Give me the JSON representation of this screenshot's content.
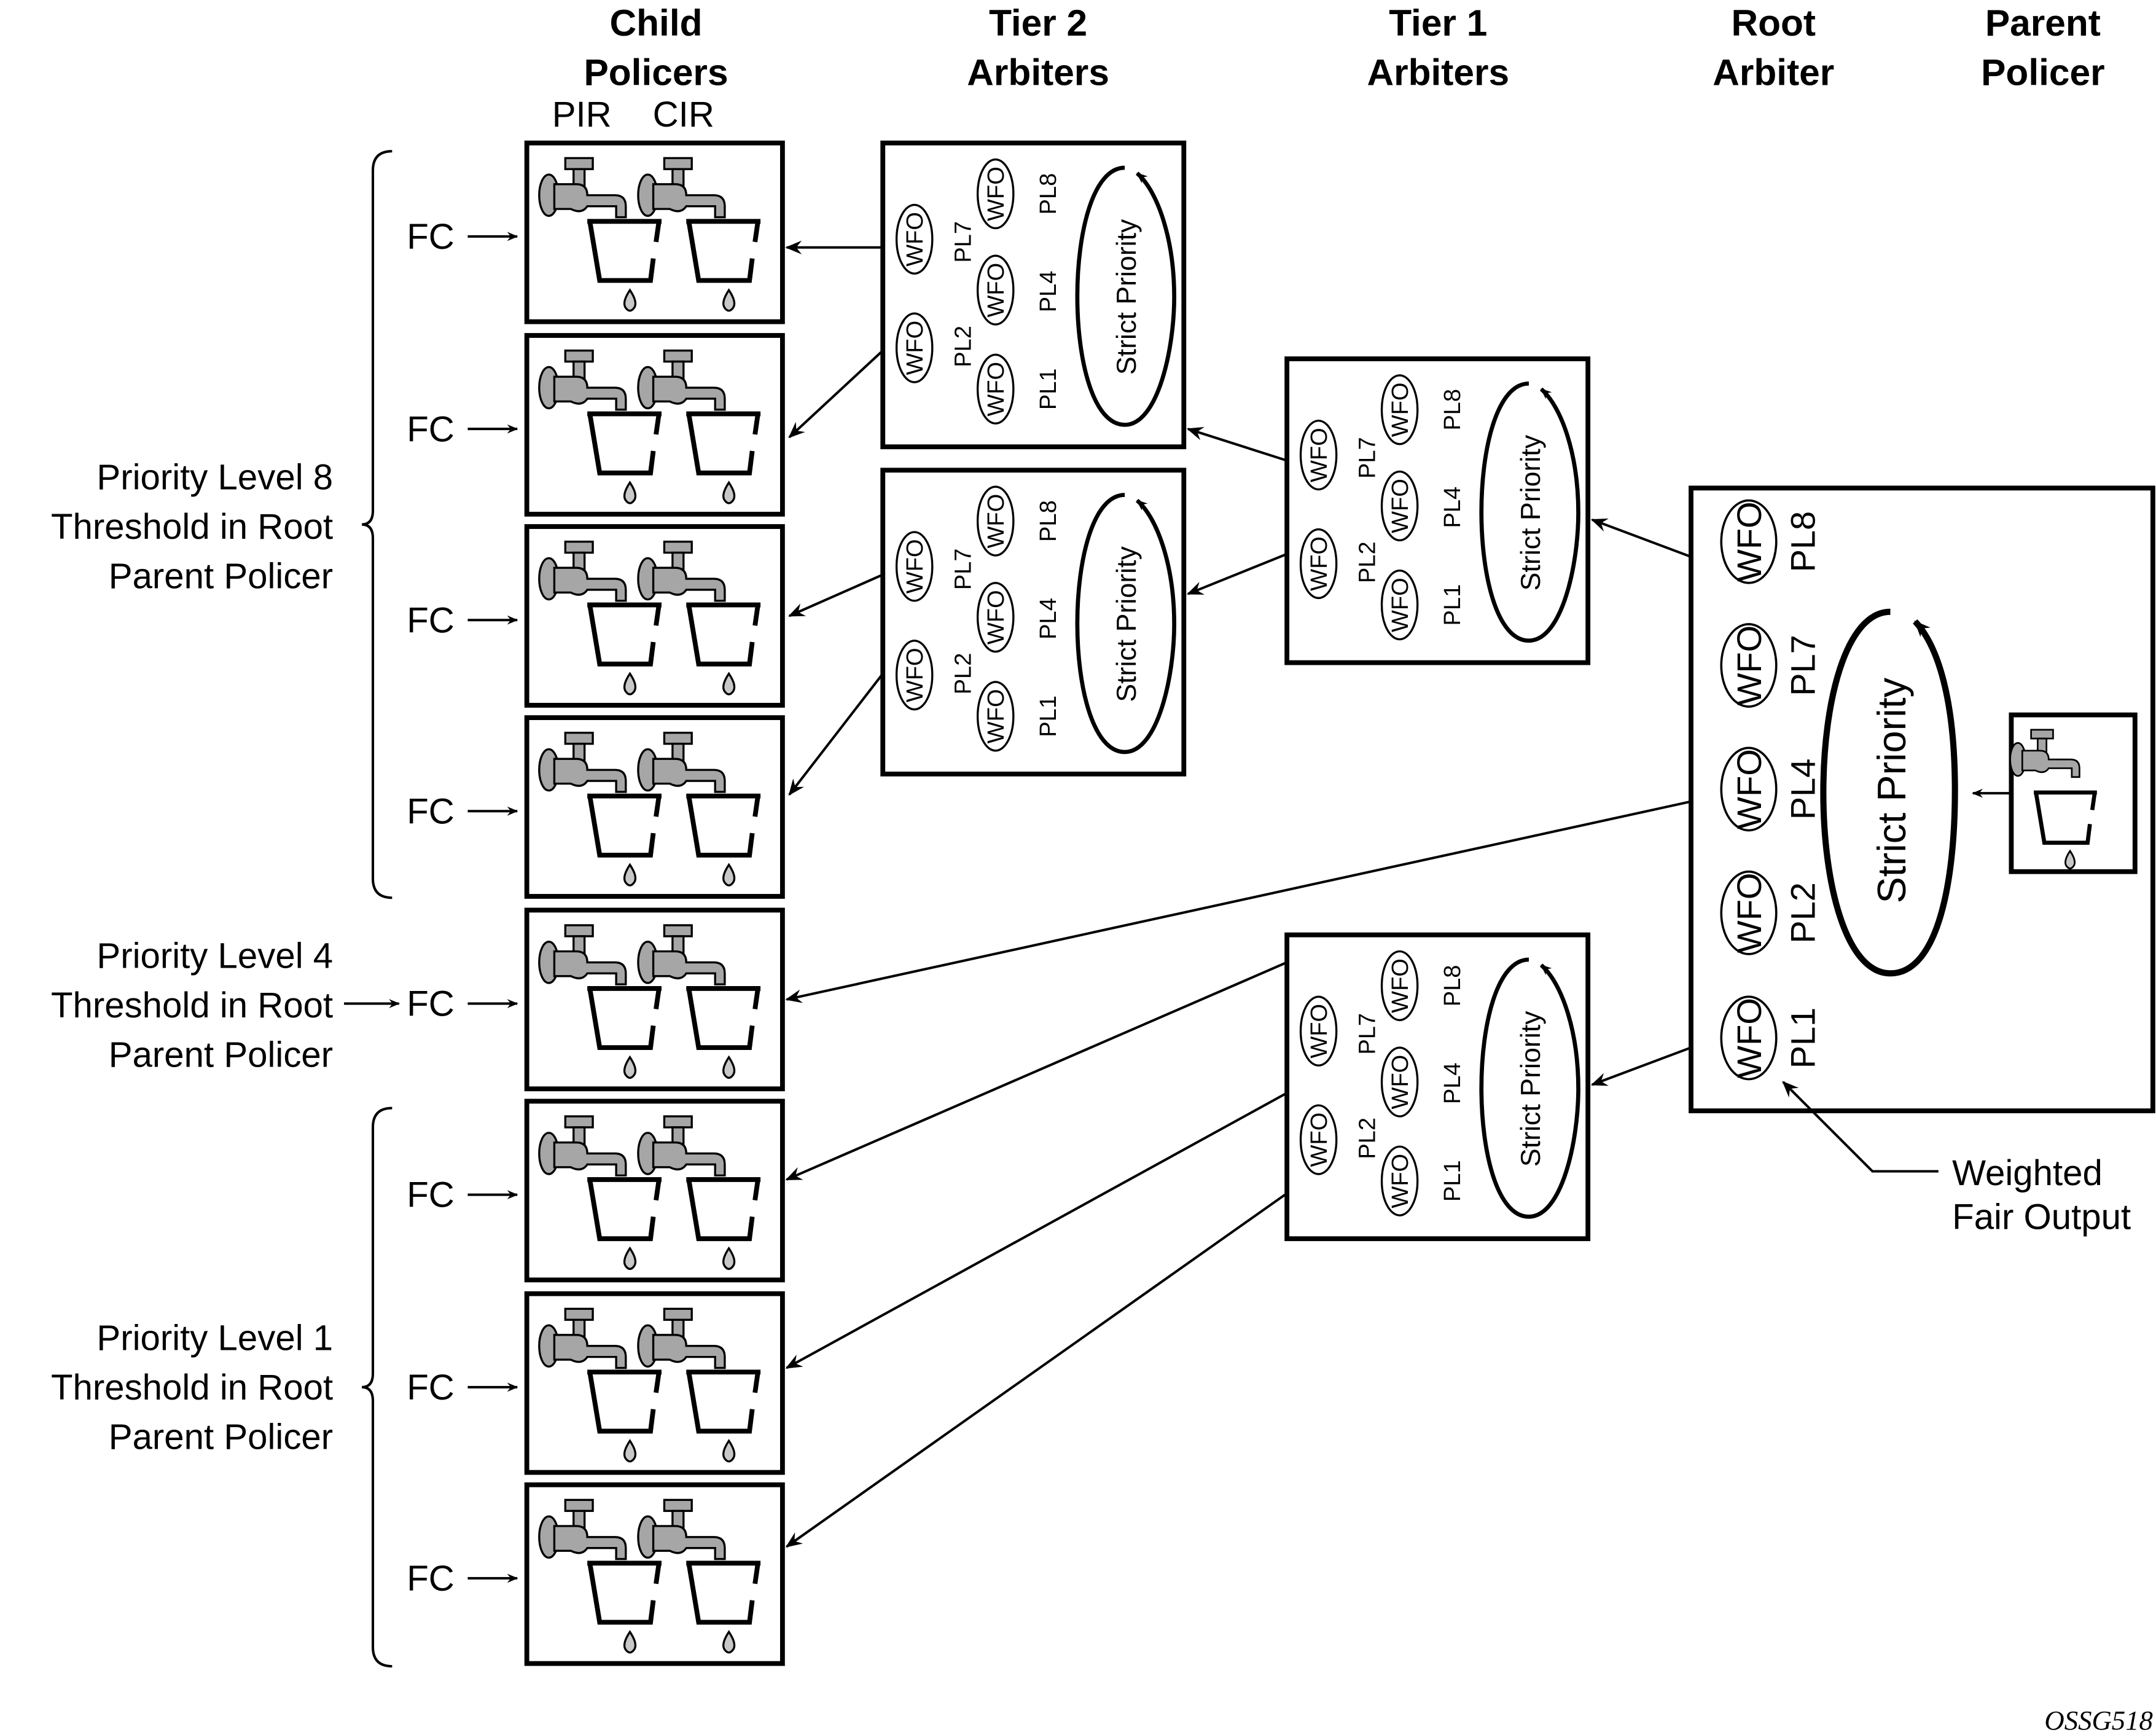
{
  "headers": {
    "child_policers": [
      "Child",
      "Policers"
    ],
    "tier2": [
      "Tier 2",
      "Arbiters"
    ],
    "tier1": [
      "Tier 1",
      "Arbiters"
    ],
    "root": [
      "Root",
      "Arbiter"
    ],
    "parent": [
      "Parent",
      "Policer"
    ]
  },
  "rate_labels": {
    "pir": "PIR",
    "cir": "CIR"
  },
  "fc_label": "FC",
  "group_labels": {
    "pl8": [
      "Priority Level 8",
      "Threshold in Root",
      "Parent Policer"
    ],
    "pl4": [
      "Priority Level 4",
      "Threshold in Root",
      "Parent Policer"
    ],
    "pl1": [
      "Priority Level 1",
      "Threshold in Root",
      "Parent Policer"
    ]
  },
  "arbiter": {
    "wfo": "WFO",
    "strict_priority": "Strict Priority",
    "levels": [
      "PL7",
      "PL2",
      "PL8",
      "PL4",
      "PL1"
    ]
  },
  "root_levels": [
    "PL8",
    "PL7",
    "PL4",
    "PL2",
    "PL1"
  ],
  "weighted_fair_output": [
    "Weighted",
    "Fair Output"
  ],
  "figure_id": "OSSG518",
  "colors": {
    "tap_gray": "#a6a6a6",
    "line": "#000000"
  }
}
